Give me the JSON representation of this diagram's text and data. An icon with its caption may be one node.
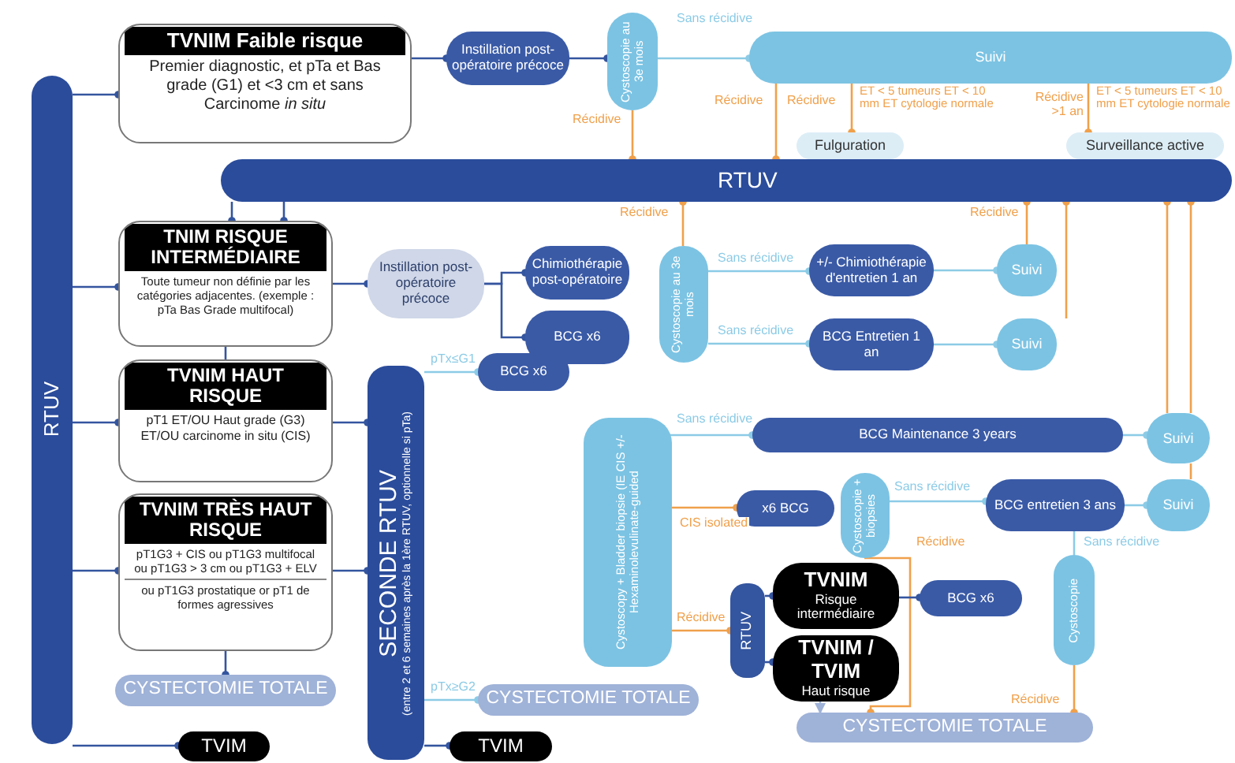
{
  "diagram": {
    "nodes": [
      {
        "text": [
          "RTUV"
        ]
      },
      {
        "text": [
          "TVNIM Faible risque",
          "Premier diagnostic, et pTa et Bas grade (G1) et <3 cm et sans Carcinome *in situ*"
        ]
      },
      {
        "text": [
          "Instillation post-opératoire précoce"
        ]
      },
      {
        "text": [
          "Cystoscopie au 3e mois"
        ]
      },
      {
        "text": [
          "Suivi"
        ]
      },
      {
        "text": [
          "Fulguration"
        ]
      },
      {
        "text": [
          "Surveillance active"
        ]
      },
      {
        "text": [
          "RTUV"
        ]
      },
      {
        "text": [
          "TNIM RISQUE INTERMÉDIAIRE",
          "Toute tumeur non définie par les catégories adjacentes. (exemple : pTa Bas Grade multifocal)"
        ]
      },
      {
        "text": [
          "Instillation post-opératoire précoce"
        ]
      },
      {
        "text": [
          "Chimiothérapie post-opératoire"
        ]
      },
      {
        "text": [
          "BCG x6"
        ]
      },
      {
        "text": [
          "Cystoscopie au 3e mois"
        ]
      },
      {
        "text": [
          "+/- Chimiothérapie d'entretien 1 an"
        ]
      },
      {
        "text": [
          "BCG Entretien 1 an"
        ]
      },
      {
        "text": [
          "Suivi"
        ]
      },
      {
        "text": [
          "Suivi"
        ]
      },
      {
        "text": [
          "TVNIM HAUT RISQUE",
          "pT1 ET/OU Haut grade (G3) ET/OU carcinome in situ (CIS)"
        ]
      },
      {
        "text": [
          "TVNIM TRÈS HAUT RISQUE",
          "pT1G3 + CIS ou pT1G3 multifocal ou pT1G3 > 3 cm ou pT1G3 + ELV",
          "ou pT1G3 prostatique or pT1 de formes agressives"
        ]
      },
      {
        "text": [
          "CYSTECTOMIE TOTALE"
        ]
      },
      {
        "text": [
          "TVIM"
        ]
      },
      {
        "text": [
          "SECONDE RTUV",
          "(entre 2 et 6 semaines après la 1ère RTUV, optionnelle si pTa)"
        ]
      },
      {
        "text": [
          "BCG x6"
        ]
      },
      {
        "text": [
          "CYSTECTOMIE TOTALE"
        ]
      },
      {
        "text": [
          "TVIM"
        ]
      },
      {
        "text": [
          "Cystoscopy + Bladder biopsie (IE CIS +/- Hexaminolevulinate-guided"
        ]
      },
      {
        "text": [
          "BCG Maintenance 3 years"
        ]
      },
      {
        "text": [
          "Suivi"
        ]
      },
      {
        "text": [
          "x6 BCG"
        ]
      },
      {
        "text": [
          "Cystoscopie + biopsies"
        ]
      },
      {
        "text": [
          "BCG entretien 3 ans"
        ]
      },
      {
        "text": [
          "Suivi"
        ]
      },
      {
        "text": [
          "RTUV"
        ]
      },
      {
        "text": [
          "TVNIM",
          "Risque intermédiaire"
        ]
      },
      {
        "text": [
          "BCG x6"
        ]
      },
      {
        "text": [
          "TVNIM / TVIM",
          "Haut risque"
        ]
      },
      {
        "text": [
          "Cystoscopie"
        ]
      },
      {
        "text": [
          "CYSTECTOMIE TOTALE"
        ]
      }
    ],
    "edges": [
      {
        "from": 0,
        "to": 1,
        "arrow": "other"
      },
      {
        "from": 1,
        "to": 2,
        "arrow": "other"
      },
      {
        "from": 2,
        "to": 3,
        "arrow": "other"
      },
      {
        "from": 3,
        "to": 4,
        "arrow": "other",
        "label": "Sans récidive",
        "color": "#8ccbe6"
      },
      {
        "from": 3,
        "to": 7,
        "arrow": "other",
        "label": "Récidive",
        "color": "#f0a04b"
      },
      {
        "from": 4,
        "to": 7,
        "arrow": "other",
        "label": "Récidive",
        "color": "#f0a04b"
      },
      {
        "from": 4,
        "to": 5,
        "arrow": "other",
        "label": "Récidive",
        "color": "#f0a04b"
      },
      {
        "from": 4,
        "to": 6,
        "arrow": "other",
        "label": "Récidive >1 an",
        "color": "#f0a04b"
      },
      {
        "from": 7,
        "to": 8,
        "arrow": "other"
      },
      {
        "from": 7,
        "to": 8,
        "arrow": "other"
      },
      {
        "from": 8,
        "to": 17,
        "arrow": "none"
      },
      {
        "from": 0,
        "to": 8,
        "arrow": "other"
      },
      {
        "from": 8,
        "to": 9,
        "arrow": "other"
      },
      {
        "from": 9,
        "to": 10,
        "arrow": "other"
      },
      {
        "from": 9,
        "to": 11,
        "arrow": "other"
      },
      {
        "from": 12,
        "to": 7,
        "arrow": "other",
        "label": "Récidive",
        "color": "#f0a04b"
      },
      {
        "from": 12,
        "to": 13,
        "arrow": "other",
        "label": "Sans récidive",
        "color": "#8ccbe6"
      },
      {
        "from": 12,
        "to": 14,
        "arrow": "other",
        "label": "Sans récidive",
        "color": "#8ccbe6"
      },
      {
        "from": 13,
        "to": 15,
        "arrow": "other",
        "color": "#8ccbe6"
      },
      {
        "from": 14,
        "to": 16,
        "arrow": "other",
        "color": "#8ccbe6"
      },
      {
        "from": 15,
        "to": 7,
        "arrow": "other",
        "label": "Récidive",
        "color": "#f0a04b"
      },
      {
        "from": 16,
        "to": 7,
        "arrow": "other",
        "color": "#f0a04b"
      },
      {
        "from": 0,
        "to": 17,
        "arrow": "other"
      },
      {
        "from": 17,
        "to": 21,
        "arrow": "other"
      },
      {
        "from": 0,
        "to": 18,
        "arrow": "other"
      },
      {
        "from": 18,
        "to": 19,
        "arrow": "other"
      },
      {
        "from": 18,
        "to": 21,
        "arrow": "other"
      },
      {
        "from": 0,
        "to": 20,
        "arrow": "other"
      },
      {
        "from": 21,
        "to": 22,
        "arrow": "other",
        "label": "pTx≤G1",
        "color": "#8ccbe6"
      },
      {
        "from": 21,
        "to": 23,
        "arrow": "other",
        "label": "pTx≥G2",
        "color": "#8ccbe6"
      },
      {
        "from": 21,
        "to": 24,
        "arrow": "other"
      },
      {
        "from": 25,
        "to": 26,
        "arrow": "other",
        "label": "Sans récidive",
        "color": "#8ccbe6"
      },
      {
        "from": 25,
        "to": 28,
        "arrow": "other",
        "label": "CIS isolated",
        "color": "#f0a04b"
      },
      {
        "from": 25,
        "to": 32,
        "arrow": "other",
        "label": "Récidive",
        "color": "#f0a04b"
      },
      {
        "from": 26,
        "to": 27,
        "arrow": "other",
        "color": "#8ccbe6"
      },
      {
        "from": 27,
        "to": 7,
        "arrow": "other",
        "color": "#f0a04b"
      },
      {
        "from": 27,
        "to": 7,
        "arrow": "other",
        "color": "#f0a04b"
      },
      {
        "from": 31,
        "to": 27,
        "arrow": "none",
        "color": "#f0a04b"
      },
      {
        "from": 29,
        "to": 30,
        "arrow": "other",
        "label": "Sans récidive",
        "color": "#8ccbe6"
      },
      {
        "from": 30,
        "to": 31,
        "arrow": "other",
        "color": "#8ccbe6"
      },
      {
        "from": 29,
        "to": 37,
        "arrow": "other",
        "label": "Récidive",
        "color": "#f0a04b"
      },
      {
        "from": 30,
        "to": 36,
        "arrow": "none",
        "label": "Sans récidive",
        "color": "#8ccbe6"
      },
      {
        "from": 36,
        "to": 37,
        "arrow": "other",
        "label": "Récidive",
        "color": "#f0a04b"
      },
      {
        "from": 32,
        "to": 33,
        "arrow": "other"
      },
      {
        "from": 32,
        "to": 35,
        "arrow": "other"
      },
      {
        "from": 33,
        "to": 34,
        "arrow": "other"
      },
      {
        "from": 35,
        "to": 37,
        "arrow": "to",
        "color": "#9fb2d8"
      }
    ],
    "labels": [
      "ET < 5 tumeurs ET < 10 mm ET cytologie normale",
      "ET < 5 tumeurs ET < 10 mm ET cytologie normale"
    ]
  }
}
